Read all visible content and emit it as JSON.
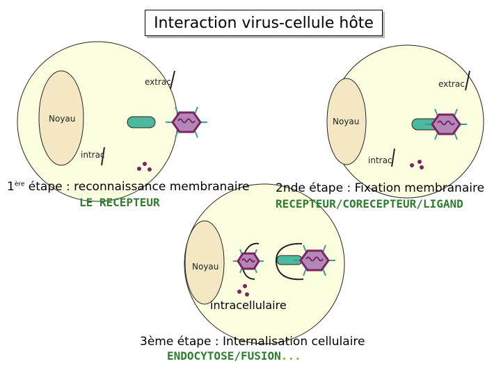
{
  "title": "Interaction virus-cellule hôte",
  "colors": {
    "cell_fill": "#fdfde0",
    "nucleus_fill": "#f3e7c4",
    "receptor": "#4cb89c",
    "virus": "#7b2460",
    "spike": "#3a9d98",
    "accent_text": "#2f7d2f"
  },
  "panel1": {
    "nucleus": "Noyau",
    "extra": "extrac",
    "intra": "intrac",
    "step_num": "1",
    "step_sup": "ère",
    "step_text": " étape : reconnaissance membranaire",
    "accent": "LE RECEPTEUR"
  },
  "panel2": {
    "nucleus": "Noyau",
    "extra": "extrac",
    "intra": "intrac",
    "step": "2nde étape : Fixation membranaire",
    "accent": "RECEPTEUR/CORECEPTEUR/LIGAND"
  },
  "panel3": {
    "nucleus": "Noyau",
    "intra": "intracellulaire",
    "step": "3ème étape : Internalisation cellulaire",
    "accent_main": "ENDOCYTOSE/FUSION",
    "accent_dots": "..."
  }
}
